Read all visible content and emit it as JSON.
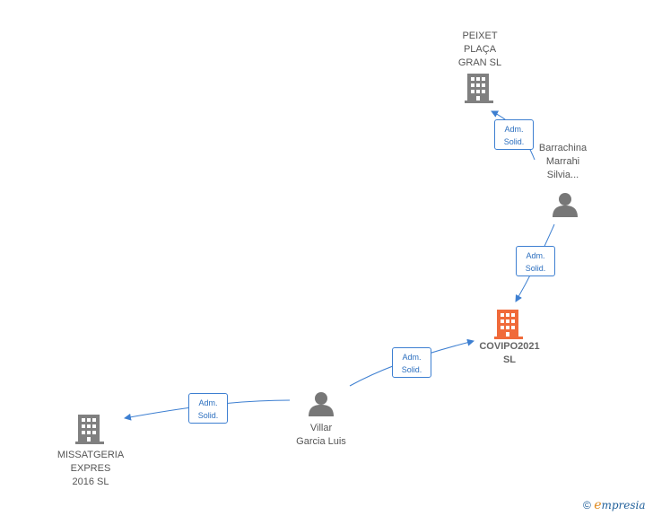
{
  "colors": {
    "company": "#808080",
    "company_main": "#f06a3a",
    "person": "#777777",
    "edge": "#3d7fd1"
  },
  "nodes": {
    "peixet": {
      "label": "PEIXET\nPLAÇA\nGRAN  SL",
      "icon": "building-icon"
    },
    "barrachina": {
      "label": "Barrachina\nMarrahi\nSilvia...",
      "icon": "person-icon"
    },
    "covipo": {
      "label": "COVIPO2021\nSL",
      "icon": "building-icon"
    },
    "villar": {
      "label": "Villar\nGarcia Luis",
      "icon": "person-icon"
    },
    "missatgeria": {
      "label": "MISSATGERIA\nEXPRES\n2016  SL",
      "icon": "building-icon"
    }
  },
  "edges": [
    {
      "label": "Adm.\nSolid."
    },
    {
      "label": "Adm.\nSolid."
    },
    {
      "label": "Adm.\nSolid."
    },
    {
      "label": "Adm.\nSolid."
    }
  ],
  "footer": {
    "copyright": "©",
    "brand_first": "e",
    "brand_rest": "mpresia"
  }
}
